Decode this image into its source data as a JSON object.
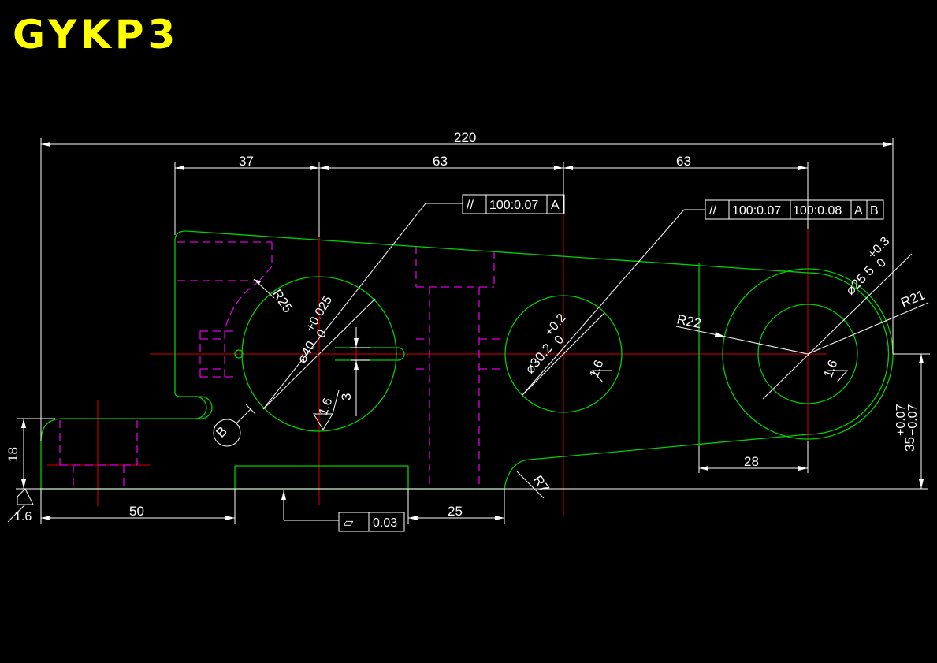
{
  "title": "GYKP3",
  "dimensions": {
    "overall_length": "220",
    "left_to_hole1": "37",
    "hole1_to_hole2": "63",
    "hole2_to_hole3": "63",
    "step_height": "18",
    "left_length": "50",
    "pad_offset": "25",
    "right_offset": "28",
    "slot_width": "3",
    "right_height_main": "35",
    "right_height_tol_plus": "+0.07",
    "right_height_tol_minus": "−0.07"
  },
  "holes": {
    "hole1_dia": "⌀40",
    "hole1_tol_upper": "+0.025",
    "hole1_tol_lower": "0",
    "hole2_dia": "⌀30.2",
    "hole2_tol_upper": "+0.2",
    "hole2_tol_lower": "0",
    "hole3_dia": "⌀25.5",
    "hole3_tol_upper": "+0.3",
    "hole3_tol_lower": "0"
  },
  "radii": {
    "r25": "R25",
    "r22": "R22",
    "r21": "R21",
    "r7": "R7"
  },
  "roughness": {
    "hole1": "1.6",
    "hole2": "1.6",
    "hole3": "1.6",
    "base": "1.6"
  },
  "datum_b": "B",
  "frame1": {
    "symbol": "//",
    "tolerance": "100:0.07",
    "datum": "A"
  },
  "frame2": {
    "symbol": "//",
    "tolerance1": "100:0.07",
    "tolerance2": "100:0.08",
    "datum1": "A",
    "datum2": "B"
  },
  "flatness_frame": {
    "symbol": "▱",
    "tolerance": "0.03"
  }
}
